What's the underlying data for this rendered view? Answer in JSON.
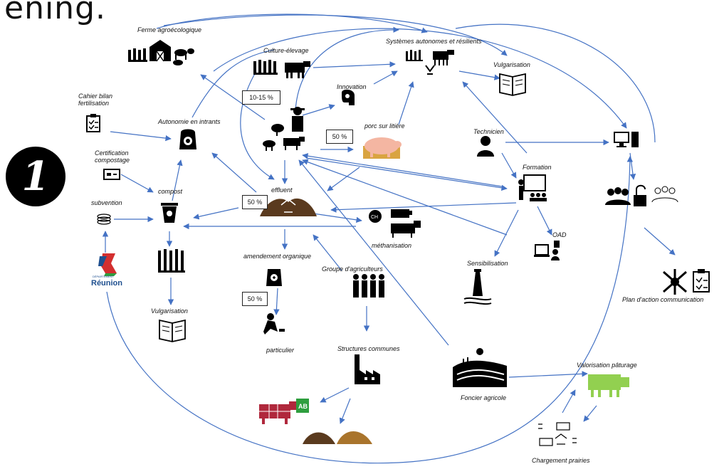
{
  "title_fragment": "ening.",
  "step_number": "1",
  "boxes": {
    "culture_pct": "10-15 %",
    "porc_pct": "50 %",
    "effluent_pct": "50 %",
    "amendement_pct": "50 %"
  },
  "labels": {
    "ferme": "Ferme agroécologique",
    "culture_elevage": "Culture-élevage",
    "systemes": "Systèmes autonomes et résilients",
    "vulgarisation_top": "Vulgarisation",
    "innovation": "Innovation",
    "cahier": "Cahier bilan\nfertilisation",
    "autonomie": "Autonomie en intrants",
    "porc": "porc sur litière",
    "technicien": "Technicien",
    "certification": "Certification\ncompostage",
    "compost": "compost",
    "effluent": "effluent",
    "formation": "Formation",
    "subvention": "subvention",
    "methanisation": "méthanisation",
    "oad": "OAD",
    "amendement": "amendement organique",
    "groupe": "Groupe d'agriculteurs",
    "sensibilisation": "Sensibilisation",
    "vulgarisation_bottom": "Vulgarisation",
    "particulier": "particulier",
    "structures": "Structures communes",
    "foncier": "Foncier agricole",
    "valorisation": "Valorisation pâturage",
    "chargement": "Chargement prairies",
    "plan": "Plan d'action communication"
  },
  "reunion_logo": {
    "text": "Réunion",
    "small": "DÉPARTEMENT"
  },
  "colors": {
    "ink": "#000000",
    "arrow": "#4472c4",
    "pig": "#f4b6a2",
    "beef": "#b0283c",
    "grass_cow": "#92d050",
    "reunion_blue": "#1e4f8f",
    "reunion_red": "#d32f2f",
    "reunion_green": "#2e9e3e"
  }
}
